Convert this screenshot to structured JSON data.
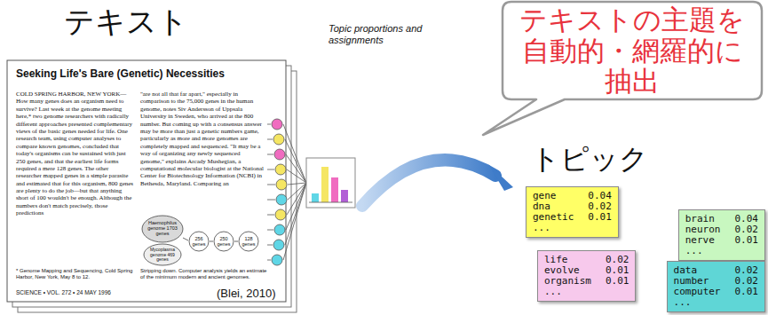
{
  "diagram": {
    "nodes": [
      {
        "text": [
          "Seeking Life's Bare (Genetic) Necessities",
          "COLD SPRING HARBOR, NEW YORK— How many genes does an organism need to survive? Last week at the genome meeting here,* two genome researchers with radically different approaches presented complementary views of the basic genes needed for life. One research team, using computer analyses to compare known genomes, concluded that today's organisms can be sustained with just 250 genes, and that the earliest life forms required a mere 128 genes. The other researcher mapped genes in a simple parasite and estimated that for this organism, 800 genes are plenty to do the job—but that anything short of 100 wouldn't be enough. Although the numbers don't match precisely, those predictions",
          "\"are not all that far apart,\" especially in comparison to the 75,000 genes in the human genome, notes Siv Andersson of Uppsala University in Sweden, who arrived at the 800 number. But coming up with a consensus answer may be more than just a genetic numbers game, particularly as more and more genomes are completely mapped and sequenced. \"It may be a way of organizing any newly sequenced genome,\" explains Arcady Mushegian, a computational molecular biologist at the National Center for Biotechnology Information (NCBI) in Bethesda, Maryland. Comparing an",
          "* Genome Mapping and Sequencing, Cold Spring Harbor, New York, May 8 to 12.",
          "Stripping down. Computer analysis yields an estimate of the minimum modern and ancient genomes.",
          "SCIENCE • VOL. 272 • 24 MAY 1996"
        ]
      },
      {
        "text": [
          "テキストの主題を自動的・網羅的に抽出"
        ]
      },
      {
        "text": [
          "gene",
          "0.04",
          "dna",
          "0.02",
          "genetic",
          "0.01",
          "..."
        ]
      },
      {
        "text": [
          "life",
          "0.02",
          "evolve",
          "0.01",
          "organism",
          "0.01",
          "..."
        ]
      },
      {
        "text": [
          "brain",
          "0.04",
          "neuron",
          "0.02",
          "nerve",
          "0.01",
          "..."
        ]
      },
      {
        "text": [
          "data",
          "0.02",
          "number",
          "0.02",
          "computer",
          "0.01",
          "..."
        ]
      }
    ],
    "labels": [
      "テキスト",
      "Topic proportions and assignments",
      "Haemophilus genome 1703 genes",
      "Mycoplasma genome 469 genes",
      "256 genes",
      "250 genes",
      "128 genes",
      "(Blei, 2010)",
      "トピック"
    ]
  }
}
